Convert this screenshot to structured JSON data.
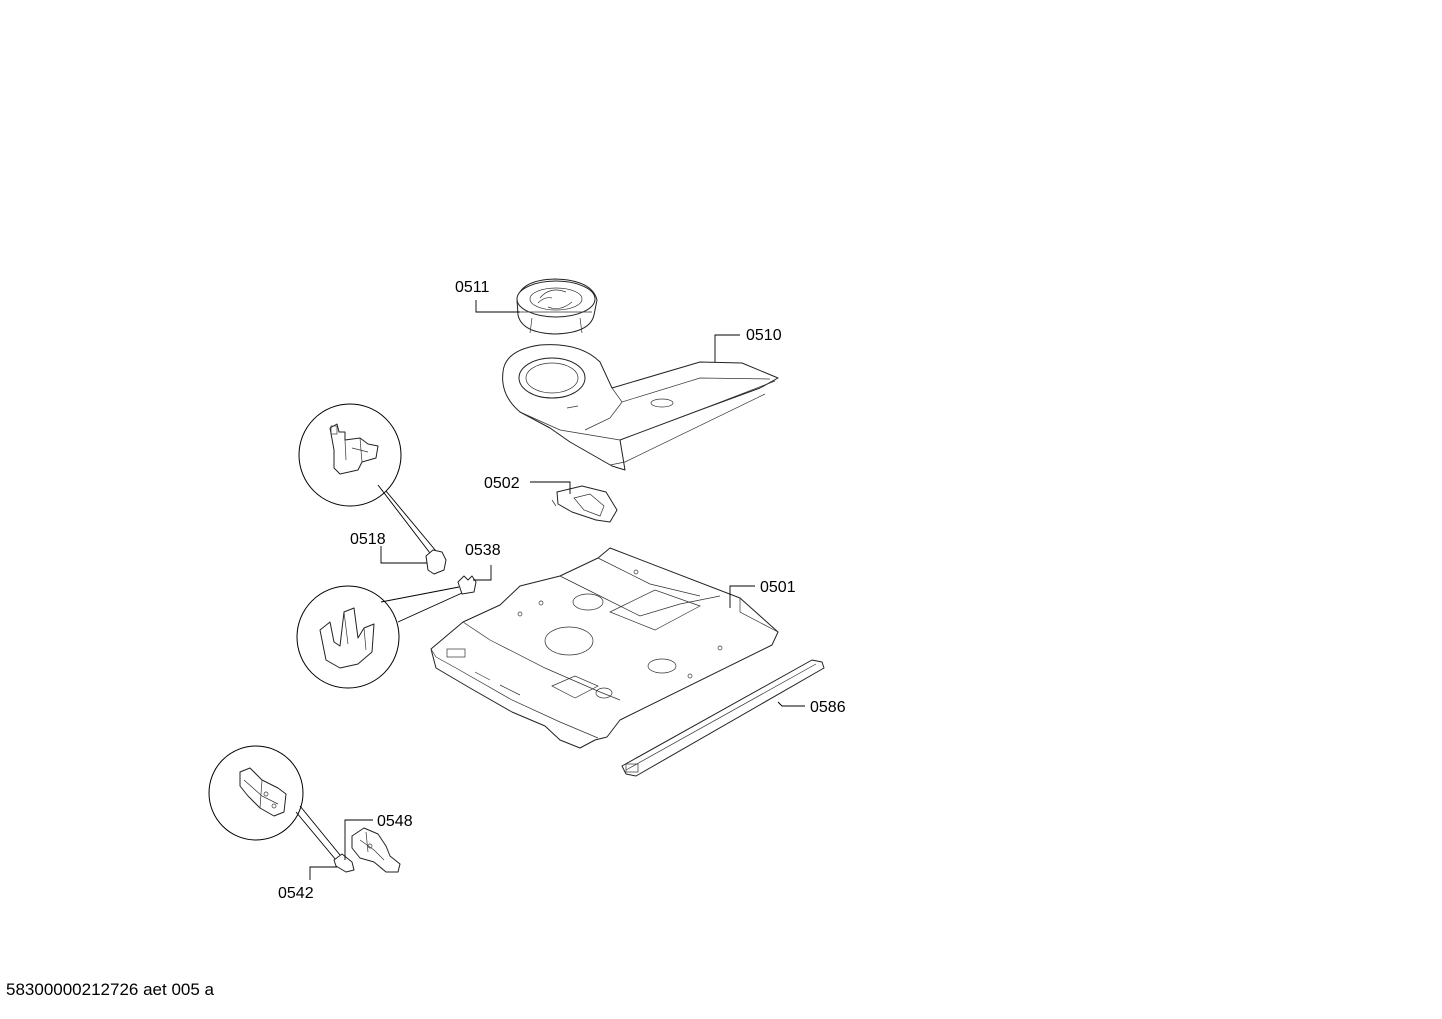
{
  "callouts": {
    "p0511": "0511",
    "p0510": "0510",
    "p0502": "0502",
    "p0518": "0518",
    "p0538": "0538",
    "p0501": "0501",
    "p0586": "0586",
    "p0548": "0548",
    "p0542": "0542"
  },
  "footer": {
    "document_id": "58300000212726 aet 005 a"
  }
}
